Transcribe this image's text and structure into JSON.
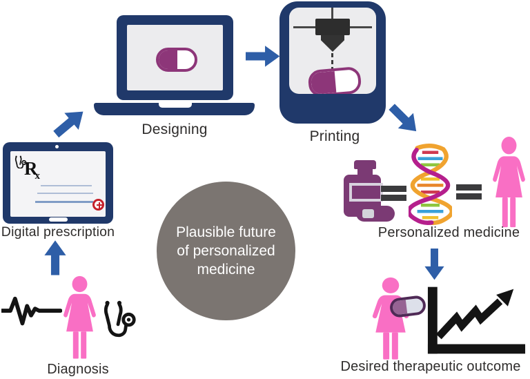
{
  "figure": {
    "center_circle": {
      "line1": "Plausible future",
      "line2": "of personalized",
      "line3": "medicine"
    },
    "steps": {
      "diagnosis": {
        "label": "Diagnosis"
      },
      "digital_prescription": {
        "label": "Digital prescription",
        "rx_main": "R",
        "rx_sub": "x"
      },
      "designing": {
        "label": "Designing"
      },
      "printing": {
        "label": "Printing"
      },
      "personalized_medicine": {
        "label": "Personalized medicine",
        "equals_symbol": "="
      },
      "desired_outcome": {
        "label": "Desired therapeutic outcome"
      }
    },
    "colors": {
      "navy": "#20396a",
      "arrow_blue": "#2e5ea7",
      "pink": "#f96fc4",
      "purple": "#7b3a74",
      "capsule_outline": "#8d3679",
      "circle_gray": "#7b7571",
      "dna_orange": "#f0a32f",
      "dna_magenta": "#b51f8c",
      "equals_dark": "#3b3b3d",
      "icon_black": "#141414",
      "red_cross": "#c5202a",
      "screen_gray": "#ececee",
      "label_text": "#2e2c2b"
    },
    "icons": {
      "designing": "laptop-icon",
      "printing": "printer-3d-icon",
      "digital_prescription": "tablet-rx-icon",
      "diagnosis": [
        "ekg-icon",
        "woman-icon",
        "stethoscope-icon"
      ],
      "personalized_medicine": [
        "pill-bottle-icon",
        "equals-icon",
        "dna-icon",
        "equals-icon",
        "woman-icon"
      ],
      "desired_outcome": [
        "woman-icon",
        "capsule-icon",
        "growth-chart-icon"
      ],
      "flow_arrows": "block-arrow-icon"
    }
  }
}
